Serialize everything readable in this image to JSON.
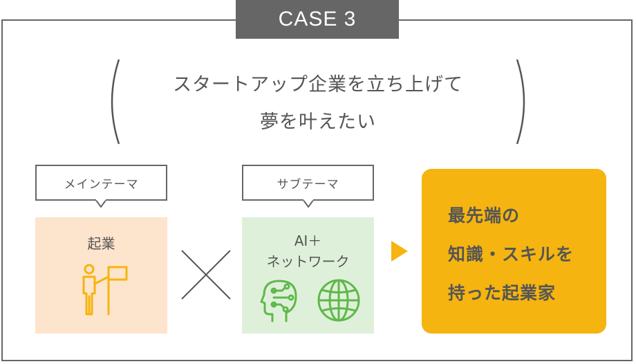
{
  "case_tab": {
    "label": "CASE 3"
  },
  "headline": {
    "line1": "スタートアップ企業を立ち上げて",
    "line2": "夢を叶えたい"
  },
  "main_theme": {
    "label": "メインテーマ",
    "content": "起業",
    "icon": "person-with-flag-icon"
  },
  "sub_theme": {
    "label": "サブテーマ",
    "content_line1": "AI＋",
    "content_line2": "ネットワーク",
    "icons": [
      "ai-head-icon",
      "globe-icon"
    ]
  },
  "result": {
    "line1": "最先端の",
    "line2": "知識・スキルを",
    "line3": "持った起業家"
  },
  "colors": {
    "frame": "#666666",
    "main_card": "#fde4cc",
    "main_icon": "#f5b40f",
    "sub_card": "#dff0da",
    "sub_icon": "#5fb84a",
    "arrow": "#f5b40f",
    "result_box": "#f5b40f",
    "text": "#555555"
  }
}
